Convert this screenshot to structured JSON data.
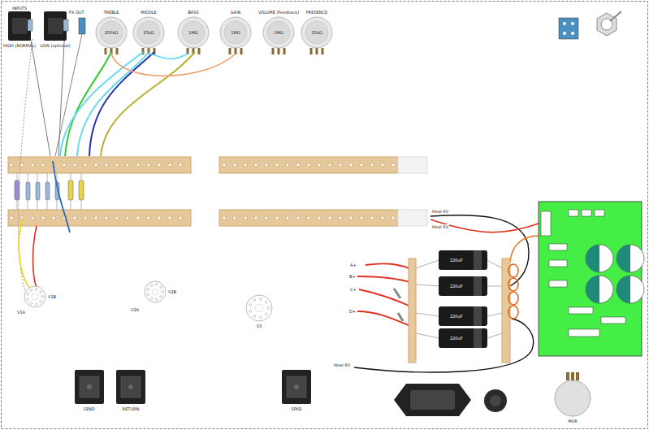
{
  "diagram": {
    "nodes": [
      {
        "text": [
          "HIGH (NORMAL)"
        ]
      },
      {
        "text": [
          "LOW (optional)"
        ]
      },
      {
        "text": [
          "TREBLE",
          "250kΩ"
        ]
      },
      {
        "text": [
          "MIDDLE",
          "25kΩ"
        ]
      },
      {
        "text": [
          "BASS",
          "1MΩ"
        ]
      },
      {
        "text": [
          "GAIN",
          "1MΩ"
        ]
      },
      {
        "text": [
          "VOLUME (Feedback)",
          "1MΩ"
        ]
      },
      {
        "text": [
          "PRESENCE",
          "25kΩ"
        ]
      },
      {
        "text": [
          "V1B"
        ]
      },
      {
        "text": [
          "V2B"
        ]
      },
      {
        "text": [
          "V3"
        ]
      },
      {
        "text": [
          "SEND"
        ]
      },
      {
        "text": [
          "RETURN"
        ]
      },
      {
        "text": [
          "SPKR"
        ]
      },
      {
        "text": [
          "MVR"
        ]
      }
    ],
    "labels": [
      "INPUTS",
      "FX OUT",
      "V1A",
      "V2A",
      "A+",
      "B+",
      "C+",
      "D+",
      "Heat 6V",
      "Heat 6V",
      "Heat 6V",
      "220uF",
      "220uF",
      "220uF",
      "220uF"
    ]
  }
}
